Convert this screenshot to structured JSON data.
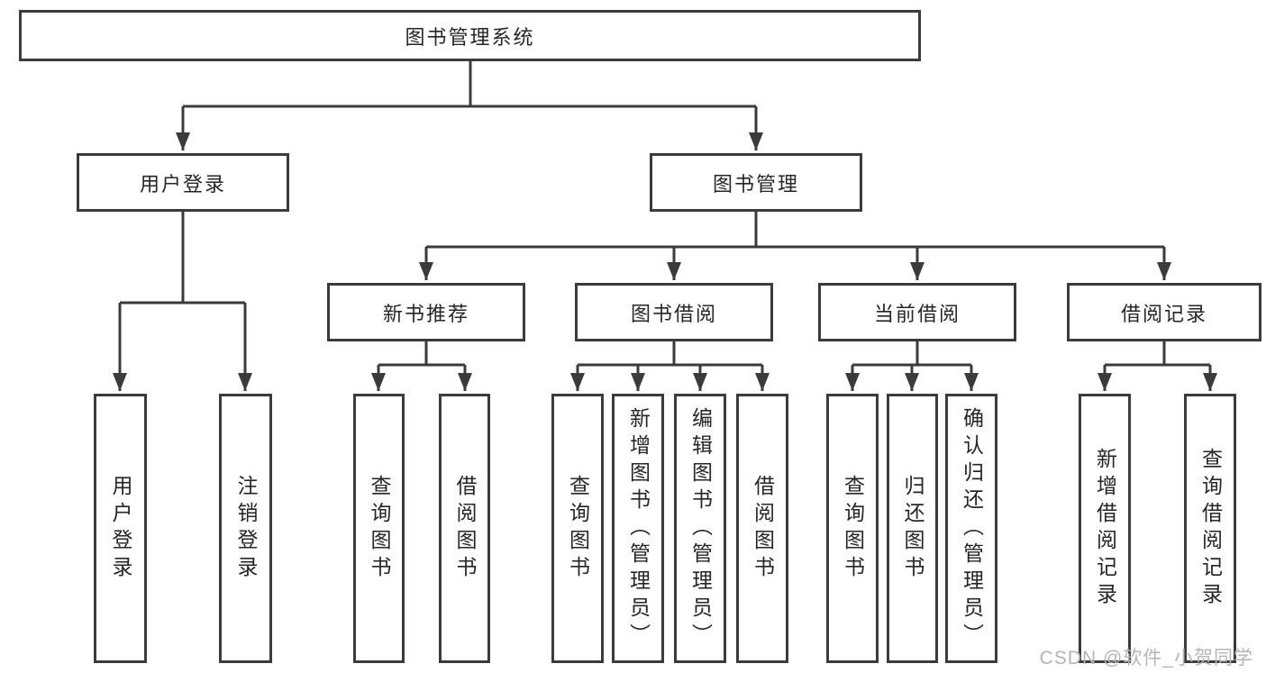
{
  "tree": {
    "root": {
      "label": "图书管理系统",
      "children": [
        {
          "label": "用户登录",
          "children": [
            {
              "label": "用户登录"
            },
            {
              "label": "注销登录"
            }
          ]
        },
        {
          "label": "图书管理",
          "children": [
            {
              "label": "新书推荐",
              "children": [
                {
                  "label": "查询图书"
                },
                {
                  "label": "借阅图书"
                }
              ]
            },
            {
              "label": "图书借阅",
              "children": [
                {
                  "label": "查询图书"
                },
                {
                  "label": "新增图书（管理员）"
                },
                {
                  "label": "编辑图书（管理员）"
                },
                {
                  "label": "借阅图书"
                }
              ]
            },
            {
              "label": "当前借阅",
              "children": [
                {
                  "label": "查询图书"
                },
                {
                  "label": "归还图书"
                },
                {
                  "label": "确认归还（管理员）"
                }
              ]
            },
            {
              "label": "借阅记录",
              "children": [
                {
                  "label": "新增借阅记录"
                },
                {
                  "label": "查询借阅记录"
                }
              ]
            }
          ]
        }
      ]
    }
  },
  "watermark": {
    "text": "CSDN @软件_小贺同学"
  },
  "colors": {
    "line": "#3b3b3b",
    "box_border": "#3b3b3b",
    "text": "#262626",
    "background": "#ffffff",
    "watermark": "#b5b5b5"
  }
}
